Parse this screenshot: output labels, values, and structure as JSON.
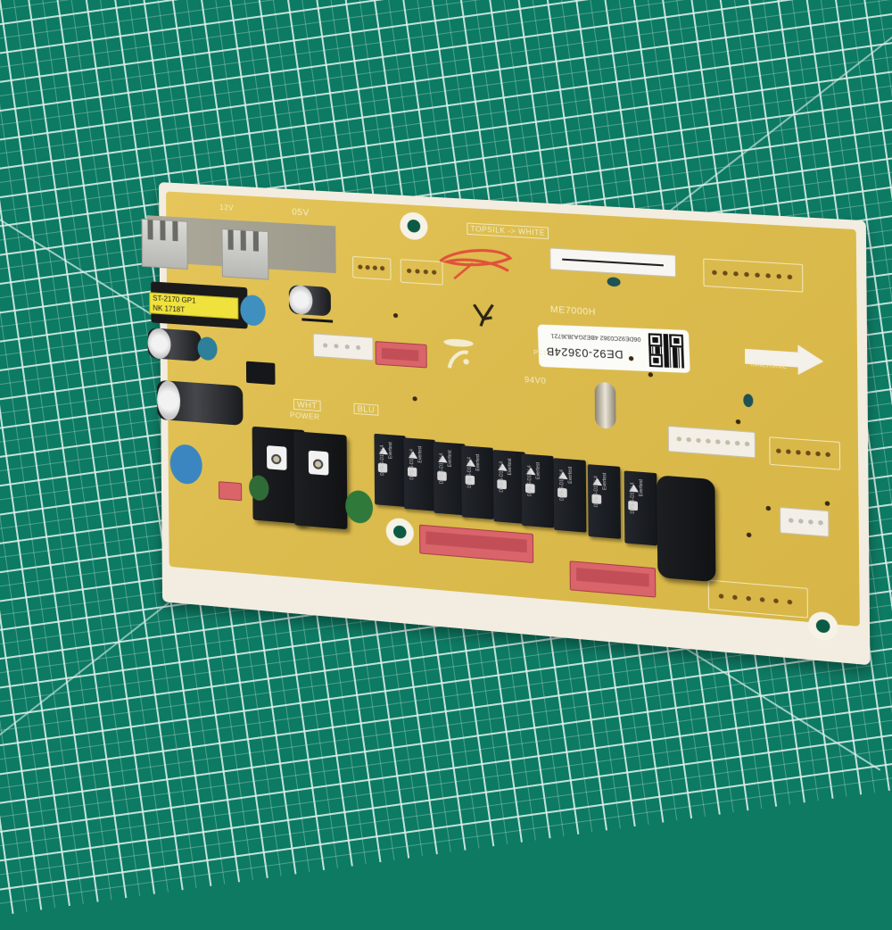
{
  "scene": {
    "description": "Photo of a microwave oven main control PCB lying on a green self-healing cutting mat",
    "background": {
      "type": "cutting-mat",
      "color": "#0d7a63",
      "grid_color": "#dcefe9"
    },
    "board_color": "#dcbc4e",
    "board_edge_color": "#f2ede0"
  },
  "silkscreen": {
    "v12": "12V",
    "v05": "05V",
    "top_silk": "TOPSILK -> WHITE",
    "model": "ME7000H",
    "wht": "WHT",
    "power": "POWER",
    "blu": "BLU",
    "rating": "94V0",
    "pcb_label": "PCB",
    "arrow_text": "INNERSIDE"
  },
  "part_label": {
    "part_number": "DE92-03624B",
    "serial": "06DE92C0362 4BE2GAJ8J6721",
    "qr": "qr-code"
  },
  "transformer": {
    "line1": "ST-2170 GP1",
    "line2": "NK 1718T"
  },
  "relays": {
    "brand": "Evertest",
    "model": "DYS-S-D12V-4",
    "count": 9
  }
}
